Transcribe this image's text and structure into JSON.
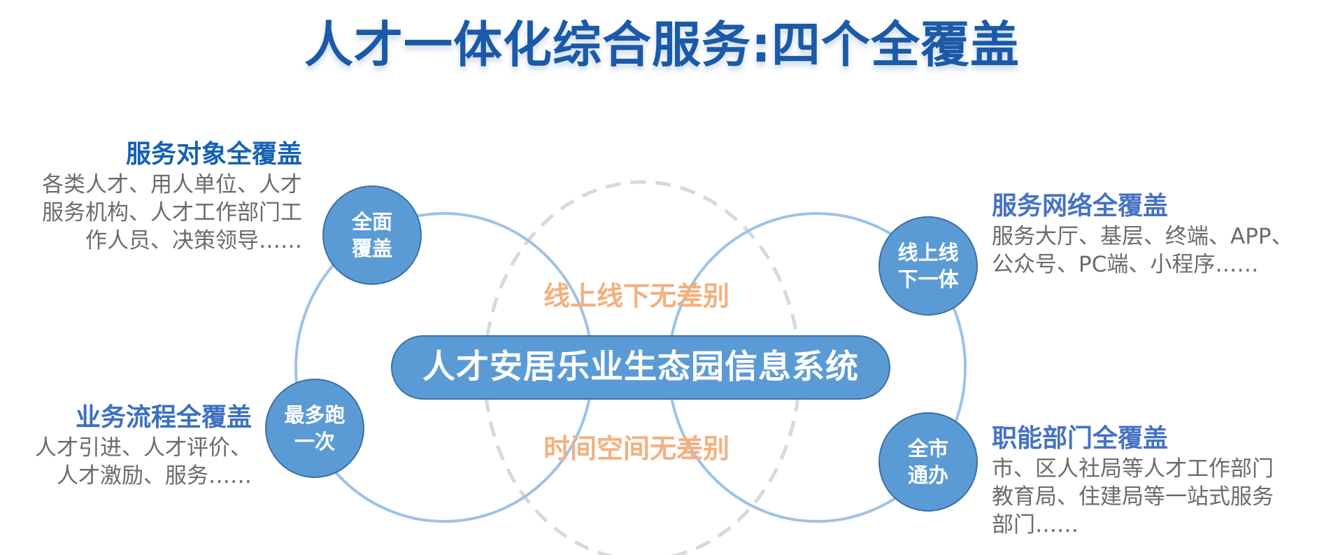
{
  "title": "人才一体化综合服务:四个全覆盖",
  "center_system": "人才安居乐业生态园信息系统",
  "connectors": {
    "top": "线上线下无差别",
    "bottom": "时间空间无差别"
  },
  "nodes": {
    "top_left": "全面\n覆盖",
    "bottom_left": "最多跑\n一次",
    "top_right": "线上线\n下一体",
    "bottom_right": "全市\n通办"
  },
  "sections": {
    "service_targets": {
      "heading": "服务对象全覆盖",
      "text": "各类人才、用人单位、人才\n服务机构、人才工作部门工\n作人员、决策领导……"
    },
    "business_process": {
      "heading": "业务流程全覆盖",
      "text": "人才引进、人才评价、\n人才激励、服务……"
    },
    "service_network": {
      "heading": "服务网络全覆盖",
      "text": "服务大厅、基层、终端、APP、\n公众号、PC端、小程序……"
    },
    "departments": {
      "heading": "职能部门全覆盖",
      "text": "市、区人社局等人才工作部门\n教育局、住建局等一站式服务\n部门……"
    }
  },
  "colors": {
    "title": "#1a5aa8",
    "node_fill": "#5b9bd5",
    "node_stroke": "#3e6fa3",
    "ring": "#9dc3e6",
    "dashed_ring": "#d9d9d9",
    "connector_text": "#f3b07e",
    "body_text": "#6b6b6b"
  }
}
